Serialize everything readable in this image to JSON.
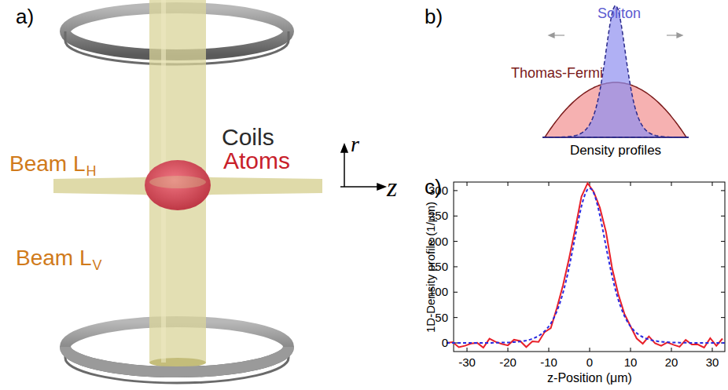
{
  "diagram": {
    "labels": [
      "a)",
      "Coils",
      "Beam L",
      "H",
      "Atoms",
      "Beam L",
      "V",
      "r",
      "z",
      "b)",
      "Soliton",
      "Thomas-Fermi",
      "Density profiles",
      "c)",
      "1D-Density profile (1/μm)",
      "z-Position (μm)",
      "0",
      "50",
      "100",
      "150",
      "200",
      "250",
      "300",
      "-30",
      "-20",
      "-10",
      "0",
      "10",
      "20",
      "30"
    ]
  }
}
